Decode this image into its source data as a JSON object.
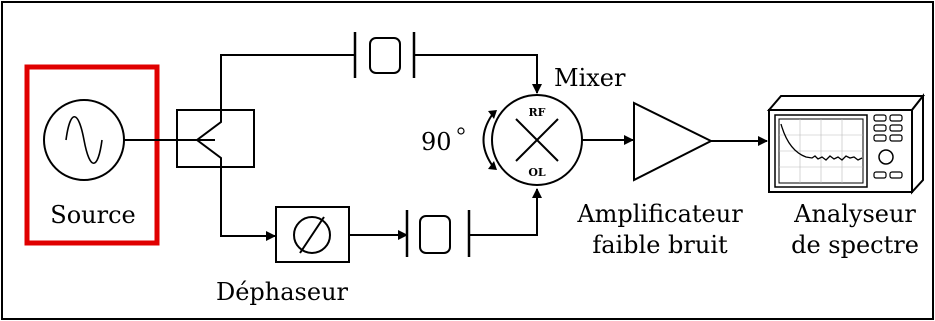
{
  "labels": {
    "source": "Source",
    "dephaseur": "Déphaseur",
    "mixer": "Mixer",
    "angle": "90",
    "rf": "RF",
    "ol": "OL",
    "lna_line1": "Amplificateur",
    "lna_line2": "faible bruit",
    "analyzer_line1": "Analyseur",
    "analyzer_line2": "de spectre"
  },
  "colors": {
    "highlight": "#e00000",
    "stroke": "#000000",
    "screen": "#ffffff"
  }
}
